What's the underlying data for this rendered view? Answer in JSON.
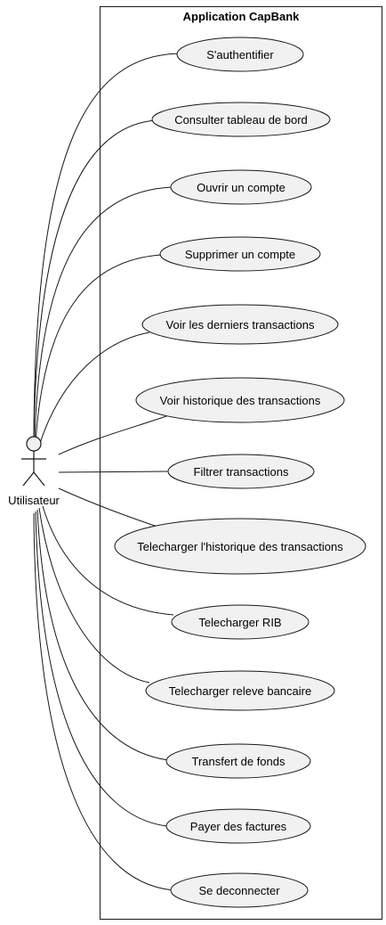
{
  "system": {
    "title": "Application CapBank"
  },
  "actor": {
    "name": "Utilisateur"
  },
  "use_cases": [
    "S'authentifier",
    "Consulter tableau de bord",
    "Ouvrir un compte",
    "Supprimer un compte",
    "Voir les derniers transactions",
    "Voir historique des transactions",
    "Filtrer transactions",
    "Telecharger l'historique des transactions",
    "Telecharger RIB",
    "Telecharger releve bancaire",
    "Transfert de fonds",
    "Payer des factures",
    "Se deconnecter"
  ],
  "colors": {
    "use_case_fill": "#f1f1f1",
    "stroke": "#181818"
  }
}
